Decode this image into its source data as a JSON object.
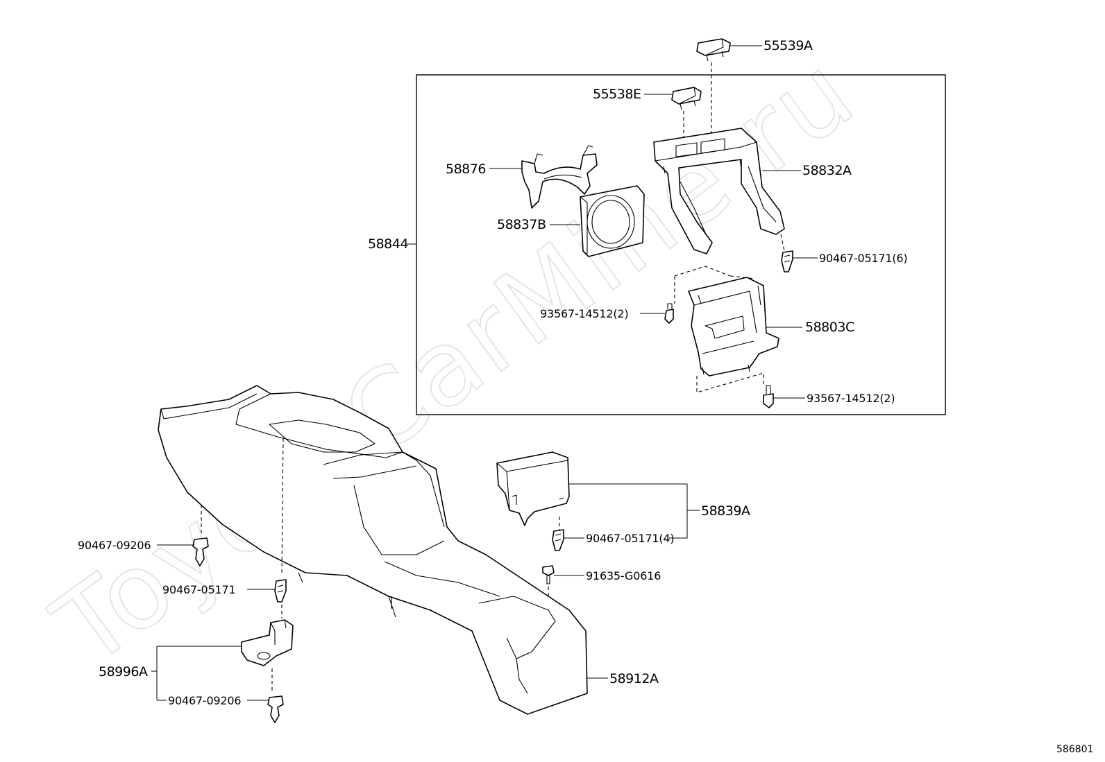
{
  "watermark": "ToyotaCarMine.ru",
  "diagram_id": "586801",
  "labels": {
    "p55539A": "55539A",
    "p55538E": "55538E",
    "p58876": "58876",
    "p58832A": "58832A",
    "p58837B": "58837B",
    "p58844": "58844",
    "p90467_05171_6": "90467-05171(6)",
    "p93567_14512_2a": "93567-14512(2)",
    "p58803C": "58803C",
    "p93567_14512_2b": "93567-14512(2)",
    "p58839A": "58839A",
    "p90467_05171_4": "90467-05171(4)",
    "p90467_09206a": "90467-09206",
    "p91635_G0616": "91635-G0616",
    "p90467_05171": "90467-05171",
    "p58996A": "58996A",
    "p58912A": "58912A",
    "p90467_09206b": "90467-09206"
  }
}
